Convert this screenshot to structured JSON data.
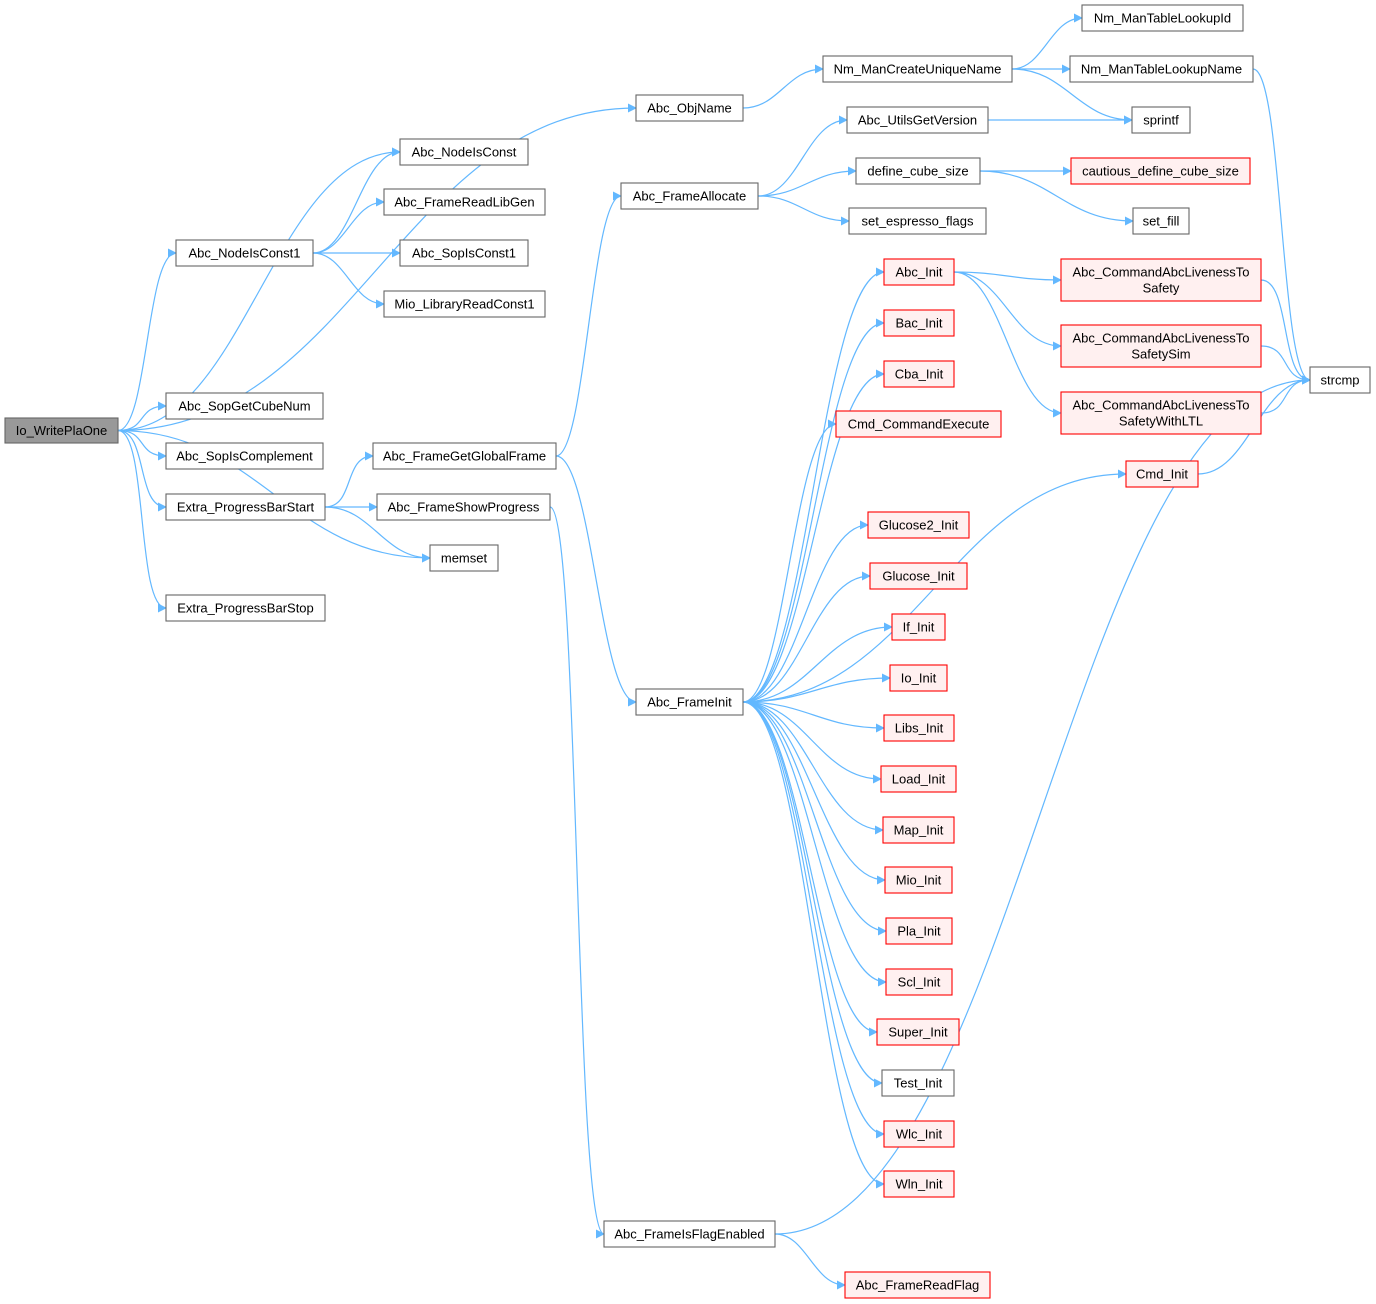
{
  "colors": {
    "edge": "#63B8FF",
    "normal_fill": "#FFFFFF",
    "normal_stroke": "#666666",
    "root_fill": "#999999",
    "root_stroke": "#666666",
    "external_fill": "#FFF0F0",
    "external_stroke": "#FF0000"
  },
  "nodes": [
    {
      "id": "io_writeplaone",
      "lines": [
        "Io_WritePlaOne"
      ],
      "kind": "root"
    },
    {
      "id": "abc_nodeisconst",
      "lines": [
        "Abc_NodeIsConst"
      ],
      "kind": "normal"
    },
    {
      "id": "abc_nodeisconst1",
      "lines": [
        "Abc_NodeIsConst1"
      ],
      "kind": "normal"
    },
    {
      "id": "abc_framereadlibgen",
      "lines": [
        "Abc_FrameReadLibGen"
      ],
      "kind": "normal"
    },
    {
      "id": "abc_sopisconst1",
      "lines": [
        "Abc_SopIsConst1"
      ],
      "kind": "normal"
    },
    {
      "id": "mio_libraryreadconst1",
      "lines": [
        "Mio_LibraryReadConst1"
      ],
      "kind": "normal"
    },
    {
      "id": "abc_sopgetcubenum",
      "lines": [
        "Abc_SopGetCubeNum"
      ],
      "kind": "normal"
    },
    {
      "id": "abc_sopiscomplement",
      "lines": [
        "Abc_SopIsComplement"
      ],
      "kind": "normal"
    },
    {
      "id": "extra_progressbarstart",
      "lines": [
        "Extra_ProgressBarStart"
      ],
      "kind": "normal"
    },
    {
      "id": "memset",
      "lines": [
        "memset"
      ],
      "kind": "normal"
    },
    {
      "id": "extra_progressbarstop",
      "lines": [
        "Extra_ProgressBarStop"
      ],
      "kind": "normal"
    },
    {
      "id": "abc_objname",
      "lines": [
        "Abc_ObjName"
      ],
      "kind": "normal"
    },
    {
      "id": "abc_frameallocate",
      "lines": [
        "Abc_FrameAllocate"
      ],
      "kind": "normal"
    },
    {
      "id": "abc_framegetglobalframe",
      "lines": [
        "Abc_FrameGetGlobalFrame"
      ],
      "kind": "normal"
    },
    {
      "id": "abc_frameshowprogress",
      "lines": [
        "Abc_FrameShowProgress"
      ],
      "kind": "normal"
    },
    {
      "id": "abc_frameinit",
      "lines": [
        "Abc_FrameInit"
      ],
      "kind": "normal"
    },
    {
      "id": "abc_frameisflagenabled",
      "lines": [
        "Abc_FrameIsFlagEnabled"
      ],
      "kind": "normal"
    },
    {
      "id": "abc_framereadflag",
      "lines": [
        "Abc_FrameReadFlag"
      ],
      "kind": "external"
    },
    {
      "id": "nm_mancreateuniquename",
      "lines": [
        "Nm_ManCreateUniqueName"
      ],
      "kind": "normal"
    },
    {
      "id": "nm_mantablelookupid",
      "lines": [
        "Nm_ManTableLookupId"
      ],
      "kind": "normal"
    },
    {
      "id": "nm_mantablelookupname",
      "lines": [
        "Nm_ManTableLookupName"
      ],
      "kind": "normal"
    },
    {
      "id": "sprintf",
      "lines": [
        "sprintf"
      ],
      "kind": "normal"
    },
    {
      "id": "abc_utilsgetversion",
      "lines": [
        "Abc_UtilsGetVersion"
      ],
      "kind": "normal"
    },
    {
      "id": "define_cube_size",
      "lines": [
        "define_cube_size"
      ],
      "kind": "normal"
    },
    {
      "id": "cautious_define_cube_size",
      "lines": [
        "cautious_define_cube_size"
      ],
      "kind": "external"
    },
    {
      "id": "set_fill",
      "lines": [
        "set_fill"
      ],
      "kind": "normal"
    },
    {
      "id": "set_espresso_flags",
      "lines": [
        "set_espresso_flags"
      ],
      "kind": "normal"
    },
    {
      "id": "abc_init",
      "lines": [
        "Abc_Init"
      ],
      "kind": "external"
    },
    {
      "id": "bac_init",
      "lines": [
        "Bac_Init"
      ],
      "kind": "external"
    },
    {
      "id": "cba_init",
      "lines": [
        "Cba_Init"
      ],
      "kind": "external"
    },
    {
      "id": "cmd_commandexecute",
      "lines": [
        "Cmd_CommandExecute"
      ],
      "kind": "external"
    },
    {
      "id": "cmd_init",
      "lines": [
        "Cmd_Init"
      ],
      "kind": "external"
    },
    {
      "id": "glucose2_init",
      "lines": [
        "Glucose2_Init"
      ],
      "kind": "external"
    },
    {
      "id": "glucose_init",
      "lines": [
        "Glucose_Init"
      ],
      "kind": "external"
    },
    {
      "id": "if_init",
      "lines": [
        "If_Init"
      ],
      "kind": "external"
    },
    {
      "id": "io_init",
      "lines": [
        "Io_Init"
      ],
      "kind": "external"
    },
    {
      "id": "libs_init",
      "lines": [
        "Libs_Init"
      ],
      "kind": "external"
    },
    {
      "id": "load_init",
      "lines": [
        "Load_Init"
      ],
      "kind": "external"
    },
    {
      "id": "map_init",
      "lines": [
        "Map_Init"
      ],
      "kind": "external"
    },
    {
      "id": "mio_init",
      "lines": [
        "Mio_Init"
      ],
      "kind": "external"
    },
    {
      "id": "pla_init",
      "lines": [
        "Pla_Init"
      ],
      "kind": "external"
    },
    {
      "id": "scl_init",
      "lines": [
        "Scl_Init"
      ],
      "kind": "external"
    },
    {
      "id": "super_init",
      "lines": [
        "Super_Init"
      ],
      "kind": "external"
    },
    {
      "id": "test_init",
      "lines": [
        "Test_Init"
      ],
      "kind": "normal"
    },
    {
      "id": "wlc_init",
      "lines": [
        "Wlc_Init"
      ],
      "kind": "external"
    },
    {
      "id": "wln_init",
      "lines": [
        "Wln_Init"
      ],
      "kind": "external"
    },
    {
      "id": "abc_cmdlivenesstosafety",
      "lines": [
        "Abc_CommandAbcLivenessTo",
        "Safety"
      ],
      "kind": "external"
    },
    {
      "id": "abc_cmdlivenesstosafetysim",
      "lines": [
        "Abc_CommandAbcLivenessTo",
        "SafetySim"
      ],
      "kind": "external"
    },
    {
      "id": "abc_cmdlivenesstosafetywithltl",
      "lines": [
        "Abc_CommandAbcLivenessTo",
        "SafetyWithLTL"
      ],
      "kind": "external"
    },
    {
      "id": "strcmp",
      "lines": [
        "strcmp"
      ],
      "kind": "normal"
    }
  ],
  "edges": [
    [
      "io_writeplaone",
      "abc_nodeisconst"
    ],
    [
      "io_writeplaone",
      "abc_nodeisconst1"
    ],
    [
      "io_writeplaone",
      "abc_objname"
    ],
    [
      "io_writeplaone",
      "abc_sopgetcubenum"
    ],
    [
      "io_writeplaone",
      "abc_sopiscomplement"
    ],
    [
      "io_writeplaone",
      "extra_progressbarstart"
    ],
    [
      "io_writeplaone",
      "memset"
    ],
    [
      "io_writeplaone",
      "extra_progressbarstop"
    ],
    [
      "abc_nodeisconst1",
      "abc_nodeisconst"
    ],
    [
      "abc_nodeisconst1",
      "abc_framereadlibgen"
    ],
    [
      "abc_nodeisconst1",
      "abc_sopisconst1"
    ],
    [
      "abc_nodeisconst1",
      "mio_libraryreadconst1"
    ],
    [
      "extra_progressbarstart",
      "abc_framegetglobalframe"
    ],
    [
      "extra_progressbarstart",
      "abc_frameshowprogress"
    ],
    [
      "extra_progressbarstart",
      "memset"
    ],
    [
      "abc_objname",
      "nm_mancreateuniquename"
    ],
    [
      "nm_mancreateuniquename",
      "nm_mantablelookupid"
    ],
    [
      "nm_mancreateuniquename",
      "nm_mantablelookupname"
    ],
    [
      "nm_mancreateuniquename",
      "sprintf"
    ],
    [
      "nm_mantablelookupname",
      "strcmp"
    ],
    [
      "abc_framegetglobalframe",
      "abc_frameallocate"
    ],
    [
      "abc_framegetglobalframe",
      "abc_frameinit"
    ],
    [
      "abc_frameallocate",
      "abc_utilsgetversion"
    ],
    [
      "abc_frameallocate",
      "define_cube_size"
    ],
    [
      "abc_frameallocate",
      "set_espresso_flags"
    ],
    [
      "abc_utilsgetversion",
      "sprintf"
    ],
    [
      "define_cube_size",
      "cautious_define_cube_size"
    ],
    [
      "define_cube_size",
      "set_fill"
    ],
    [
      "abc_frameshowprogress",
      "abc_frameisflagenabled"
    ],
    [
      "abc_frameisflagenabled",
      "abc_framereadflag"
    ],
    [
      "abc_frameisflagenabled",
      "strcmp"
    ],
    [
      "abc_frameinit",
      "abc_init"
    ],
    [
      "abc_frameinit",
      "bac_init"
    ],
    [
      "abc_frameinit",
      "cba_init"
    ],
    [
      "abc_frameinit",
      "cmd_commandexecute"
    ],
    [
      "abc_frameinit",
      "cmd_init"
    ],
    [
      "abc_frameinit",
      "glucose2_init"
    ],
    [
      "abc_frameinit",
      "glucose_init"
    ],
    [
      "abc_frameinit",
      "if_init"
    ],
    [
      "abc_frameinit",
      "io_init"
    ],
    [
      "abc_frameinit",
      "libs_init"
    ],
    [
      "abc_frameinit",
      "load_init"
    ],
    [
      "abc_frameinit",
      "map_init"
    ],
    [
      "abc_frameinit",
      "mio_init"
    ],
    [
      "abc_frameinit",
      "pla_init"
    ],
    [
      "abc_frameinit",
      "scl_init"
    ],
    [
      "abc_frameinit",
      "super_init"
    ],
    [
      "abc_frameinit",
      "test_init"
    ],
    [
      "abc_frameinit",
      "wlc_init"
    ],
    [
      "abc_frameinit",
      "wln_init"
    ],
    [
      "abc_init",
      "abc_cmdlivenesstosafety"
    ],
    [
      "abc_init",
      "abc_cmdlivenesstosafetysim"
    ],
    [
      "abc_init",
      "abc_cmdlivenesstosafetywithltl"
    ],
    [
      "abc_cmdlivenesstosafety",
      "strcmp"
    ],
    [
      "abc_cmdlivenesstosafetysim",
      "strcmp"
    ],
    [
      "abc_cmdlivenesstosafetywithltl",
      "strcmp"
    ],
    [
      "cmd_init",
      "strcmp"
    ]
  ]
}
